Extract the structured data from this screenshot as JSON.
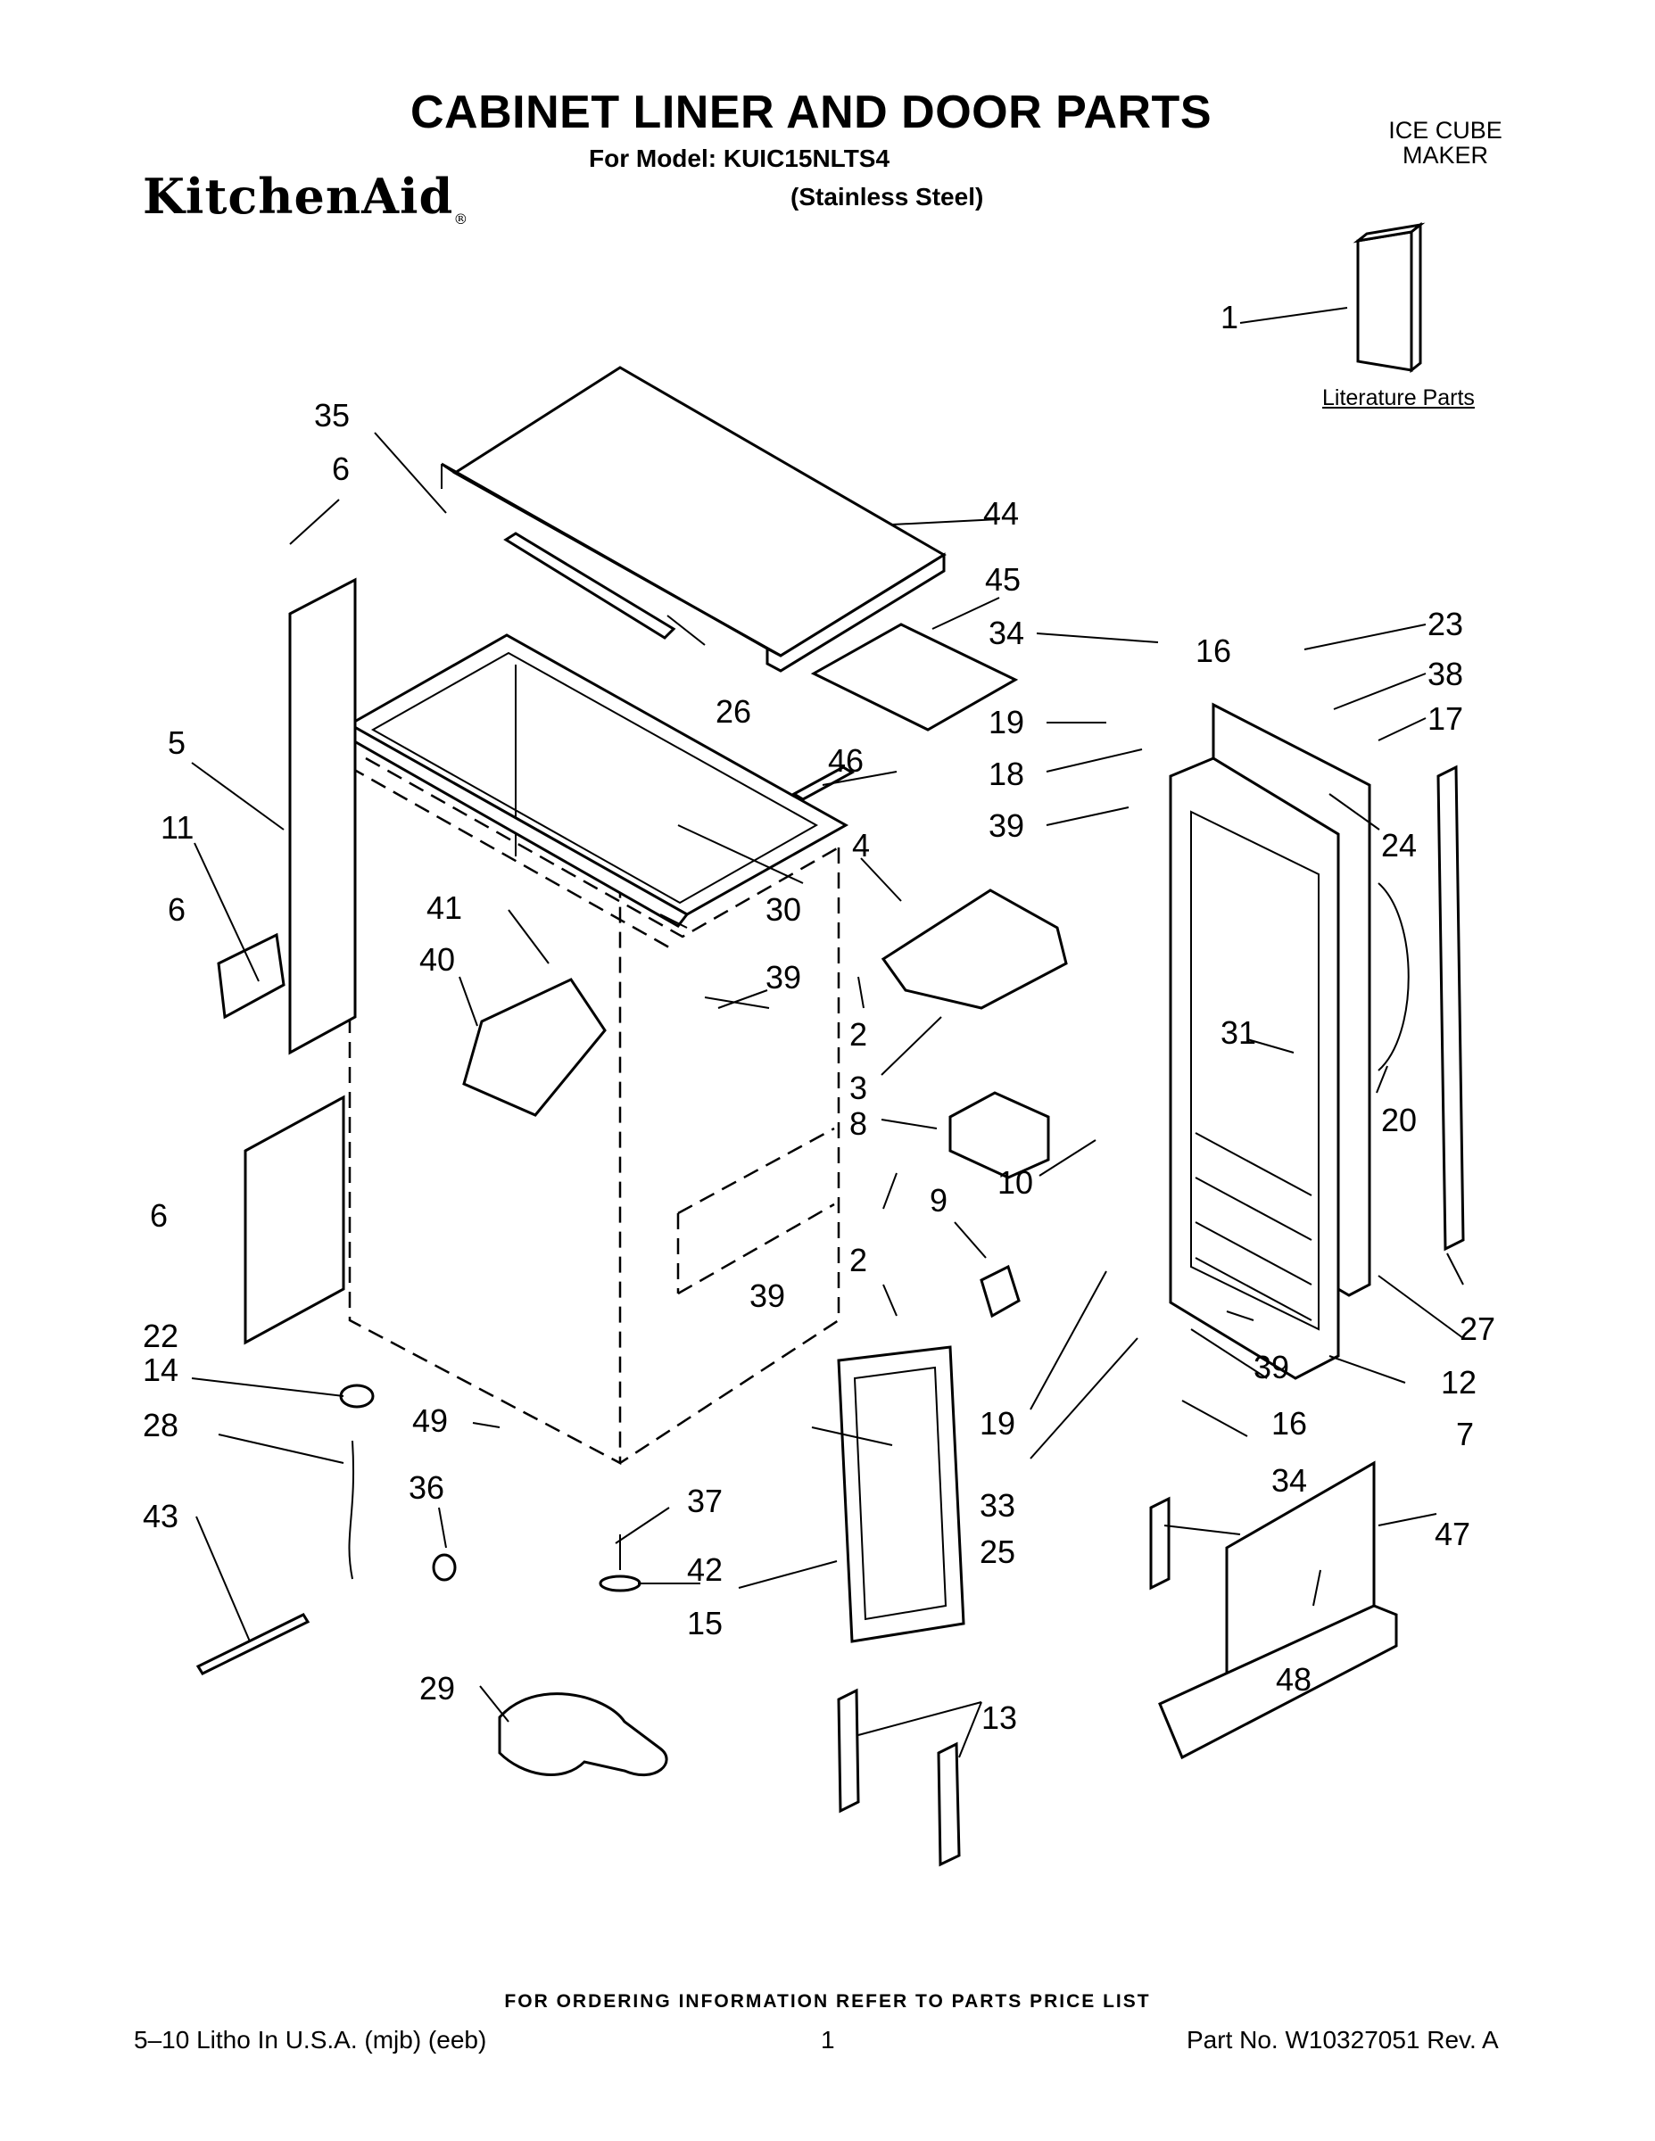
{
  "header": {
    "title": "CABINET LINER AND DOOR PARTS",
    "model": "For Model: KUIC15NLTS4",
    "variant": "(Stainless Steel)",
    "brand": "KitchenAid",
    "brand_mark": "®",
    "category_line1": "ICE CUBE",
    "category_line2": "MAKER"
  },
  "literature_label": "Literature Parts",
  "callouts": [
    "1",
    "2",
    "3",
    "4",
    "5",
    "6",
    "7",
    "8",
    "9",
    "10",
    "11",
    "12",
    "13",
    "14",
    "15",
    "16",
    "17",
    "18",
    "19",
    "20",
    "22",
    "23",
    "24",
    "25",
    "26",
    "27",
    "28",
    "29",
    "30",
    "31",
    "33",
    "34",
    "35",
    "36",
    "37",
    "38",
    "39",
    "40",
    "41",
    "42",
    "43",
    "44",
    "45",
    "46",
    "47",
    "48",
    "49"
  ],
  "footer": {
    "order_info": "FOR ORDERING INFORMATION REFER TO PARTS PRICE LIST",
    "litho": "5–10 Litho In U.S.A. (mjb) (eeb)",
    "page": "1",
    "part_no": "Part No. W10327051 Rev. A"
  }
}
